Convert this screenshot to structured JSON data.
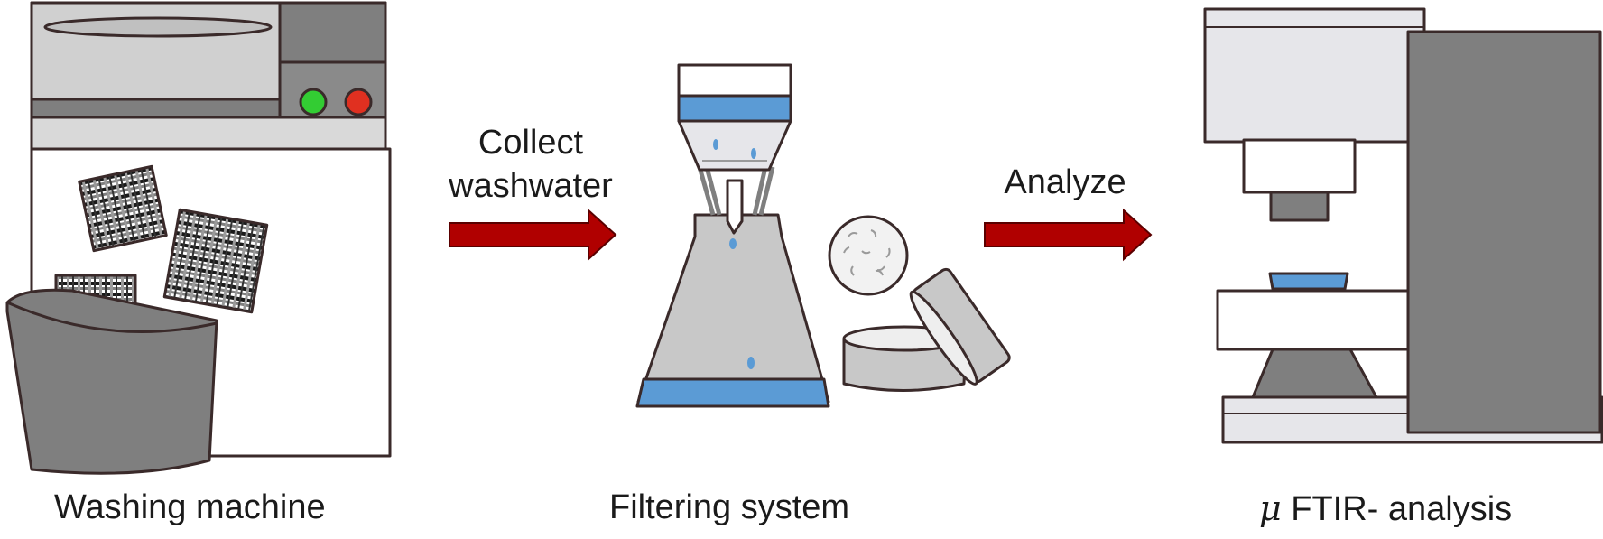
{
  "stages": {
    "washing_machine": {
      "caption": "Washing machine"
    },
    "filtering_system": {
      "caption": "Filtering system"
    },
    "ftir": {
      "caption_symbol": "μ",
      "caption_text": " FTIR- analysis"
    }
  },
  "arrows": {
    "collect": {
      "line1": "Collect",
      "line2": "washwater"
    },
    "analyze": {
      "line1": "Analyze"
    }
  },
  "colors": {
    "outline": "#3a2a2a",
    "light_gray": "#d9d9d9",
    "mid_gray": "#c8c8c8",
    "dark_gray": "#7f7f7f",
    "water_blue": "#5b9bd5",
    "arrow_red": "#b00000",
    "button_green": "#33cc33",
    "button_red": "#e03020"
  }
}
